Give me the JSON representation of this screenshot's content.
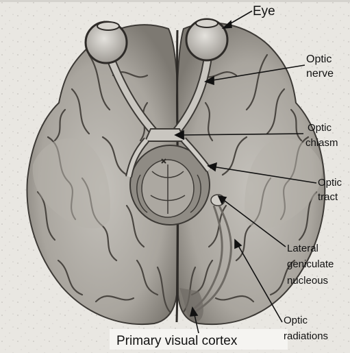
{
  "labels": {
    "eye": "Eye",
    "optic_nerve": [
      "Optic",
      "nerve"
    ],
    "optic_chiasm": [
      "Optic",
      "chiasm"
    ],
    "optic_tract": [
      "Optic",
      "tract"
    ],
    "lgn": [
      "Lateral",
      "geniculate",
      "nucleous"
    ],
    "optic_radiations": [
      "Optic",
      "radiations"
    ],
    "primary_visual_cortex": "Primary visual cortex"
  },
  "colors": {
    "background": "#ffffff",
    "frame": "#e9e7e2",
    "brain_light": "#b9b6b0",
    "brain_mid": "#9c9891",
    "brain_dark": "#3c3935",
    "sulcus": "#4a4641",
    "leader_line": "#111111"
  }
}
